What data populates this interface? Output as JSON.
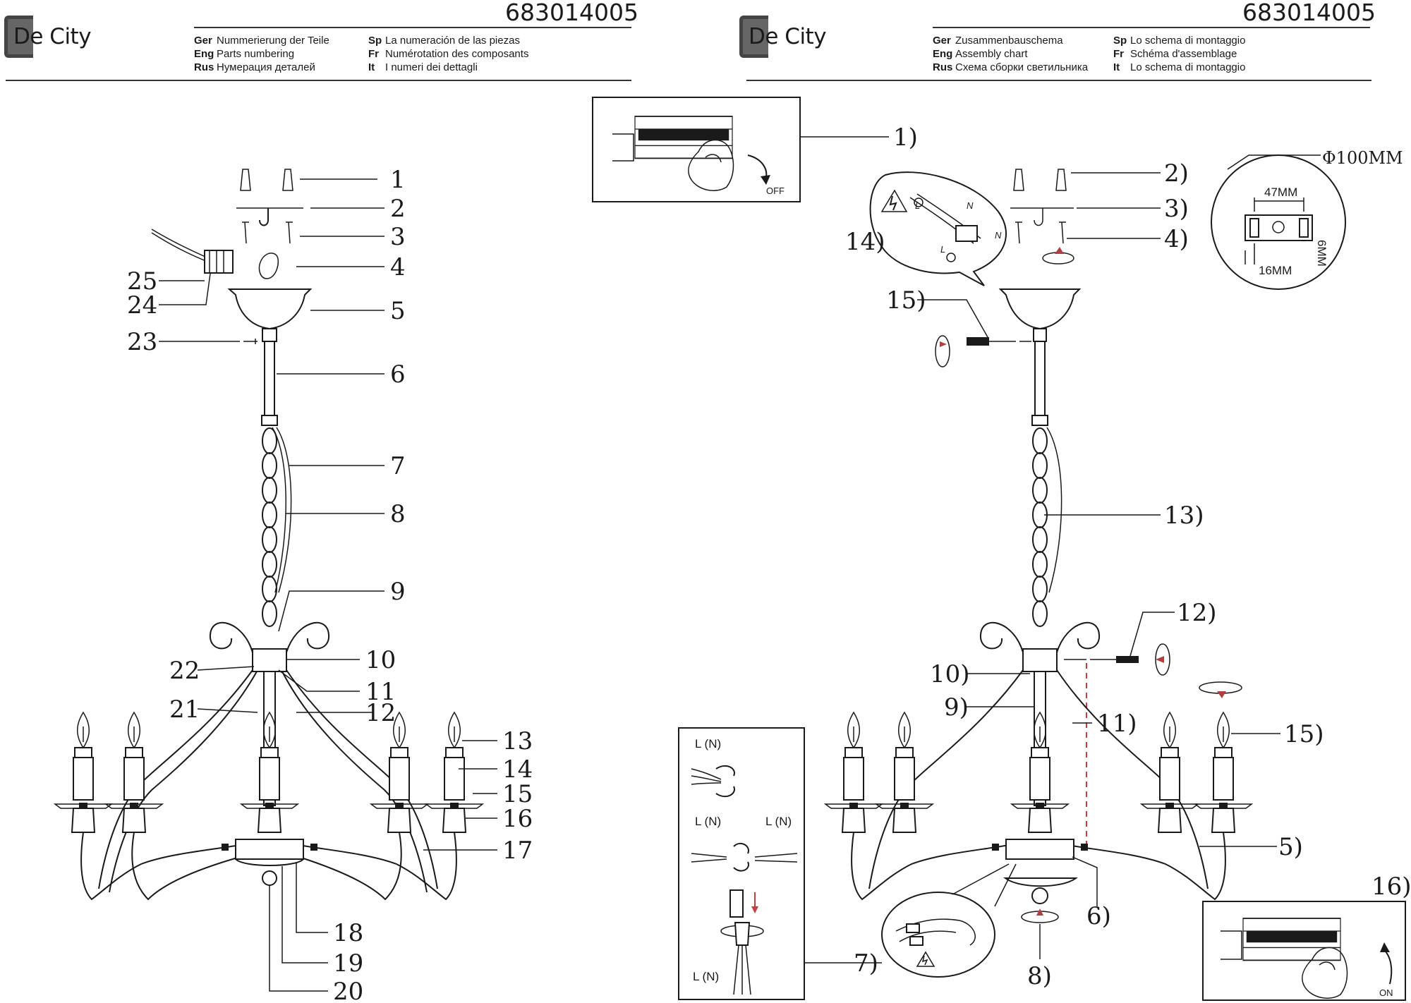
{
  "left_page": {
    "brand": "De City",
    "code": "683014005",
    "languages": {
      "col1": [
        {
          "k": "Ger",
          "v": "Nummerierung der Teile"
        },
        {
          "k": "Eng",
          "v": "Parts numbering"
        },
        {
          "k": "Rus",
          "v": "Нумерация деталей"
        }
      ],
      "col2": [
        {
          "k": "Sp",
          "v": "La numeración de las piezas"
        },
        {
          "k": "Fr",
          "v": "Numérotation des composants"
        },
        {
          "k": "It",
          "v": "I numeri dei dettagli"
        }
      ]
    },
    "part_labels": [
      "1",
      "2",
      "3",
      "4",
      "5",
      "6",
      "7",
      "8",
      "9",
      "10",
      "11",
      "12",
      "13",
      "14",
      "15",
      "16",
      "17",
      "18",
      "19",
      "20",
      "21",
      "22",
      "23",
      "24",
      "25"
    ]
  },
  "right_page": {
    "brand": "De City",
    "code": "683014005",
    "languages": {
      "col1": [
        {
          "k": "Ger",
          "v": "Zusammenbauschema"
        },
        {
          "k": "Eng",
          "v": "Assembly chart"
        },
        {
          "k": "Rus",
          "v": "Схема сборки светильника"
        }
      ],
      "col2": [
        {
          "k": "Sp",
          "v": "Lo schema di montaggio"
        },
        {
          "k": "Fr",
          "v": "Schéma d'assemblage"
        },
        {
          "k": "It",
          "v": "Lo schema di montaggio"
        }
      ]
    },
    "step_labels": [
      "1)",
      "2)",
      "3)",
      "4)",
      "5)",
      "6)",
      "7)",
      "8)",
      "9)",
      "10)",
      "11)",
      "12)",
      "13)",
      "14)",
      "15)",
      "15)",
      "16)"
    ],
    "switch_off": "OFF",
    "switch_on": "ON",
    "bracket_dims": {
      "diameter": "Φ100MM",
      "width": "47MM",
      "offset": "16MM",
      "hole": "6MM"
    },
    "wiring": {
      "l1": "L (N)",
      "l2": "L (N)",
      "l3": "L (N)",
      "l4": "L (N)"
    },
    "wire_tags": {
      "a": "L",
      "b": "N",
      "c": "N",
      "d": "L"
    }
  }
}
